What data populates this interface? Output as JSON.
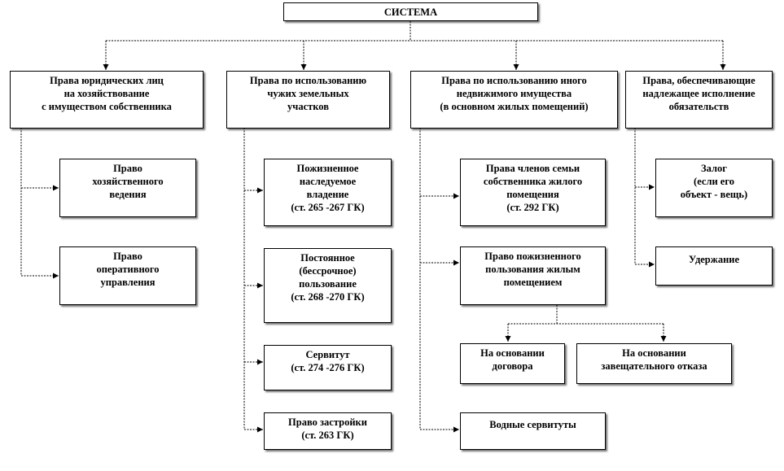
{
  "root": {
    "label": "СИСТЕМА"
  },
  "columns": [
    {
      "header": [
        "Права юридических лиц",
        "на хозяйствование",
        "с имуществом собственника"
      ],
      "items": [
        [
          "Право",
          "хозяйственного",
          "ведения"
        ],
        [
          "Право",
          "оперативного",
          "управления"
        ]
      ]
    },
    {
      "header": [
        "Права по использованию",
        "чужих земельных",
        "участков"
      ],
      "items": [
        [
          "Пожизненное",
          "наследуемое",
          "владение",
          "(ст. 265 -267 ГК)"
        ],
        [
          "Постоянное",
          "(бессрочное)",
          "пользование",
          "(ст. 268 -270 ГК)"
        ],
        [
          "Сервитут",
          "(ст. 274 -276 ГК)"
        ],
        [
          "Право застройки",
          "(ст. 263 ГК)"
        ]
      ]
    },
    {
      "header": [
        "Права по использованию иного",
        "недвижимого имущества",
        "(в основном жилых помещений)"
      ],
      "items": [
        [
          "Права членов семьи",
          "собственника жилого",
          "помещения",
          "(ст. 292 ГК)"
        ],
        [
          "Право пожизненного",
          "пользования жилым",
          "помещением"
        ],
        [
          "Водные сервитуты"
        ]
      ],
      "sub_items": [
        [
          "На основании",
          "договора"
        ],
        [
          "На основании",
          "завещательного отказа"
        ]
      ]
    },
    {
      "header": [
        "Права, обеспечивающие",
        "надлежащее исполнение",
        "обязательств"
      ],
      "items": [
        [
          "Залог",
          "(если его",
          "объект - вещь)"
        ],
        [
          "Удержание"
        ]
      ]
    }
  ]
}
